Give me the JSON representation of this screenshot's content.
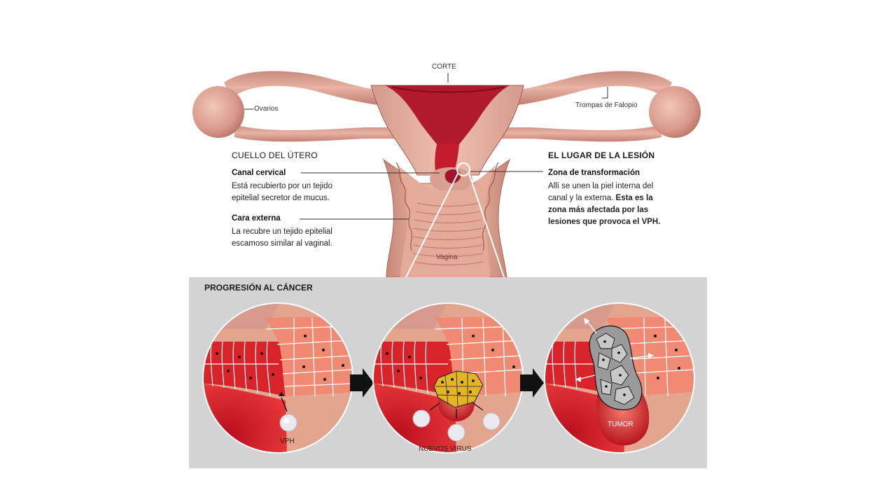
{
  "labels": {
    "corte": "CORTE",
    "ovarios": "Ovarios",
    "trompas": "Trompas de Falopio",
    "vagina": "Vagina"
  },
  "left_section": {
    "header": "CUELLO DEL ÚTERO",
    "canal_term": "Canal cervical",
    "canal_desc_1": "Está recubierto por un tejido",
    "canal_desc_2": "epitelial secretor de mucus.",
    "cara_term": "Cara externa",
    "cara_desc_1": "La recubre un tejido epitelial",
    "cara_desc_2": "escamoso similar al vaginal."
  },
  "right_section": {
    "header": "EL LUGAR DE LA LESIÓN",
    "zona_term": "Zona de transformación",
    "line1": "Allí se unen la piel interna del",
    "line2_a": "canal y la externa. ",
    "line2_b": "Esta es la",
    "line3": "zona más afectada por las",
    "line4": "lesiones que provoca el VPH."
  },
  "progression": {
    "title": "PROGRESIÓN AL CÁNCER",
    "stage1_label": "VPH",
    "stage2_label": "NUEVOS VIRUS",
    "stage3_label": "TUMOR"
  },
  "colors": {
    "uterus_skin": "#e9b2a0",
    "uterus_dark": "#c98673",
    "cavity_red": "#9e1126",
    "tissue_red": "#d8232a",
    "squamous": "#f08a73",
    "panel_gray": "#d3d3d3",
    "infected_yellow": "#e3b424",
    "tumor_gray": "#9a9a9a"
  }
}
